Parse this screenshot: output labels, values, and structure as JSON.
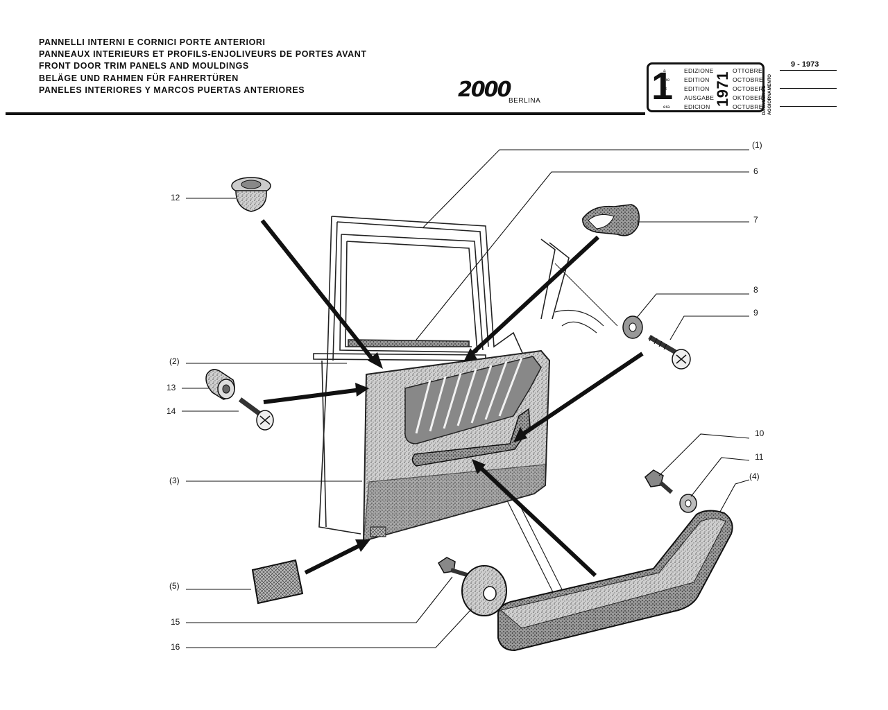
{
  "header": {
    "titles": [
      "PANNELLI INTERNI E CORNICI PORTE ANTERIORI",
      "PANNEAUX INTERIEURS ET PROFILS-ENJOLIVEURS DE PORTES AVANT",
      "FRONT DOOR TRIM PANELS AND MOULDINGS",
      "BELÄGE UND RAHMEN FÜR FAHRERTÜREN",
      "PANELES INTERIORES Y MARCOS PUERTAS ANTERIORES"
    ],
    "logo": "2000",
    "model": "BERLINA"
  },
  "edition_box": {
    "number": "1",
    "ordinal_suffixes": [
      "a",
      "ère",
      "st",
      ".",
      "era"
    ],
    "edition_labels": [
      "EDIZIONE",
      "EDITION",
      "EDITION",
      "AUSGABE",
      "EDICION"
    ],
    "year": "1971",
    "months": [
      "OTTOBRE",
      "OCTOBRE",
      "OCTOBER",
      "OKTOBER",
      "OCTUBRE"
    ],
    "last_update_label": [
      "DATA ULTIMO",
      "AGGIORNAMENTO"
    ],
    "last_update_value": "9 - 1973"
  },
  "callouts": {
    "c1": "(1)",
    "c6": "6",
    "c7": "7",
    "c8": "8",
    "c9": "9",
    "c10": "10",
    "c11": "11",
    "c4": "(4)",
    "c12": "12",
    "c2": "(2)",
    "c13": "13",
    "c14": "14",
    "c3": "(3)",
    "c5": "(5)",
    "c15": "15",
    "c16": "16"
  }
}
